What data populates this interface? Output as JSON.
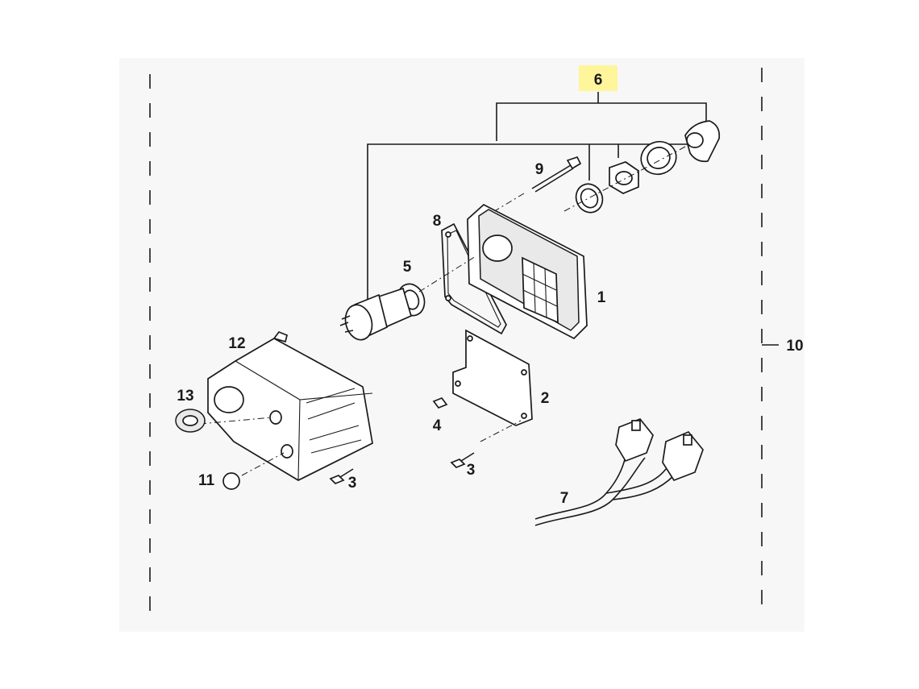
{
  "diagram": {
    "callouts": {
      "c1": "1",
      "c2": "2",
      "c3a": "3",
      "c3b": "3",
      "c4": "4",
      "c5": "5",
      "c6": "6",
      "c7": "7",
      "c8": "8",
      "c9": "9",
      "c10": "10",
      "c11": "11",
      "c12": "12",
      "c13": "13"
    },
    "highlight_color": "#fff59a",
    "highlighted_callout": "6"
  }
}
